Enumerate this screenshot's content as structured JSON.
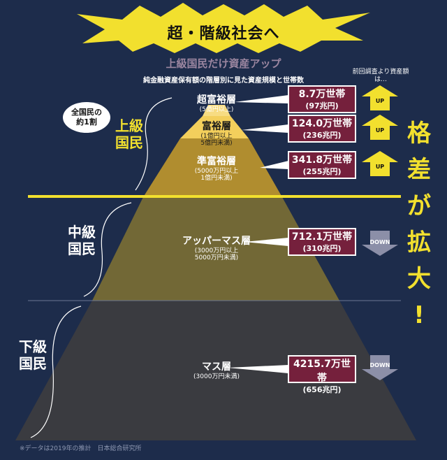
{
  "title_burst": "超・階級社会へ",
  "heading": "上級国民だけ資産アップ",
  "subheading": "純金融資産保有額の階層別に見た資産規模と世帯数",
  "prev_survey_note": "前回調査より資産額は…",
  "bubble_note": [
    "全国民の",
    "約1割"
  ],
  "class_labels": {
    "upper": [
      "上級",
      "国民"
    ],
    "middle": [
      "中級",
      "国民"
    ],
    "lower": [
      "下級",
      "国民"
    ]
  },
  "slogan": [
    "格",
    "差",
    "が",
    "拡",
    "大",
    "!"
  ],
  "tiers": [
    {
      "name": "超富裕層",
      "range": [
        "(5億円以上)"
      ],
      "households": "8.7万世帯",
      "assets": "(97兆円)",
      "trend": "UP"
    },
    {
      "name": "富裕層",
      "range": [
        "(1億円以上",
        "5億円未満)"
      ],
      "households": "124.0万世帯",
      "assets": "(236兆円)",
      "trend": "UP"
    },
    {
      "name": "準富裕層",
      "range": [
        "(5000万円以上",
        "1億円未満)"
      ],
      "households": "341.8万世帯",
      "assets": "(255兆円)",
      "trend": "UP"
    },
    {
      "name": "アッパーマス層",
      "range": [
        "(3000万円以上",
        "5000万円未満)"
      ],
      "households": "712.1万世帯",
      "assets": "(310兆円)",
      "trend": "DOWN"
    },
    {
      "name": "マス層",
      "range": [
        "(3000万円未満)"
      ],
      "households": "4215.7万世帯",
      "assets": "(656兆円)",
      "trend": "DOWN"
    }
  ],
  "footnote": "※データは2019年の推計　日本総合研究所",
  "colors": {
    "background": "#1d2c4b",
    "accent_yellow": "#f2e02e",
    "box_maroon": "#75203c",
    "arrow_gray": "#8c8fa8",
    "pyramid_top": "#f3cf5c",
    "pyramid_upper": "#b08d2f",
    "pyramid_middle": "#726836",
    "pyramid_lower": "#3a3b40"
  }
}
